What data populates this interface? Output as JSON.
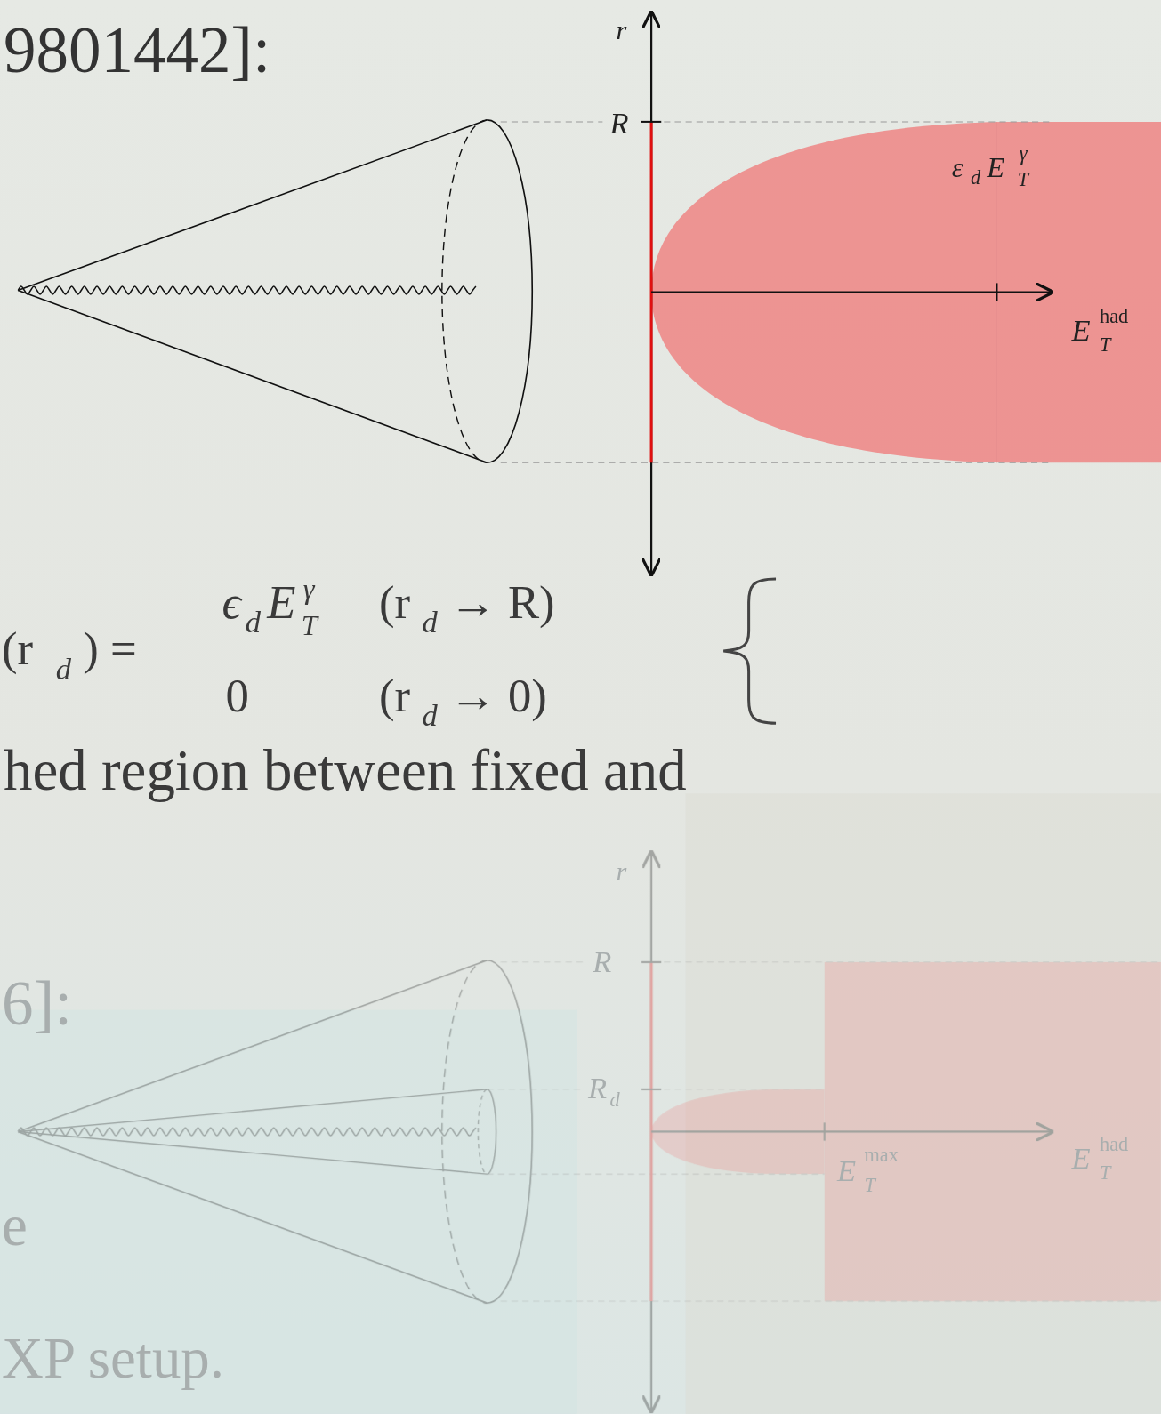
{
  "diagram": {
    "labels": [
      "9801442]:",
      "r",
      "R",
      "ε",
      "d",
      "E",
      "T",
      "γ",
      "E",
      "T",
      "had",
      "(r",
      "d",
      ") =",
      "ϵ",
      "d",
      "E",
      "T",
      "γ",
      "(r",
      "d",
      "→ R)",
      "0",
      "(r",
      "d",
      "→ 0)",
      "hed region between fixed and",
      "6]:",
      "r",
      "R",
      "R",
      "d",
      "E",
      "T",
      "max",
      "E",
      "T",
      "had",
      "e",
      "XP setup."
    ]
  }
}
